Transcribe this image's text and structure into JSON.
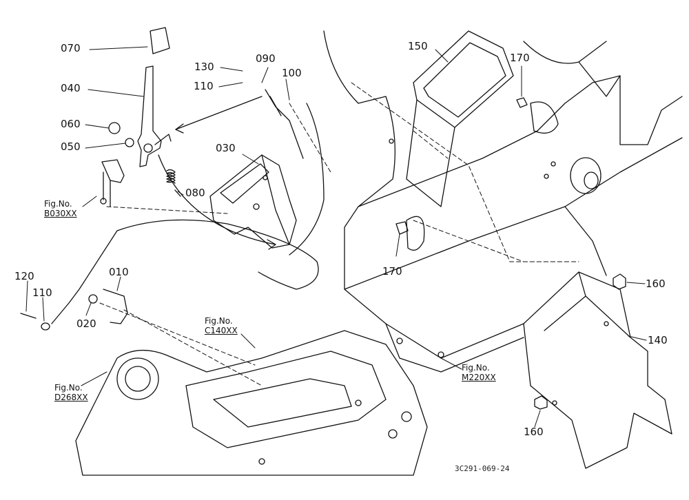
{
  "part_labels": {
    "p070": "070",
    "p040": "040",
    "p060": "060",
    "p050": "050",
    "p130": "130",
    "p090": "090",
    "p110a": "110",
    "p100": "100",
    "p030": "030",
    "p080": "080",
    "p150": "150",
    "p170a": "170",
    "p170b": "170",
    "p160a": "160",
    "p140": "140",
    "p160b": "160",
    "p120": "120",
    "p110b": "110",
    "p010": "010",
    "p020": "020"
  },
  "figure_refs": {
    "b030": {
      "prefix": "Fig.No.",
      "code": "B030XX"
    },
    "c140": {
      "prefix": "Fig.No.",
      "code": "C140XX"
    },
    "d268": {
      "prefix": "Fig.No.",
      "code": "D268XX"
    },
    "m220": {
      "prefix": "Fig.No.",
      "code": "M220XX"
    }
  },
  "drawing_id": "3C291-069-24",
  "colors": {
    "line": "#111111",
    "background": "#ffffff"
  }
}
